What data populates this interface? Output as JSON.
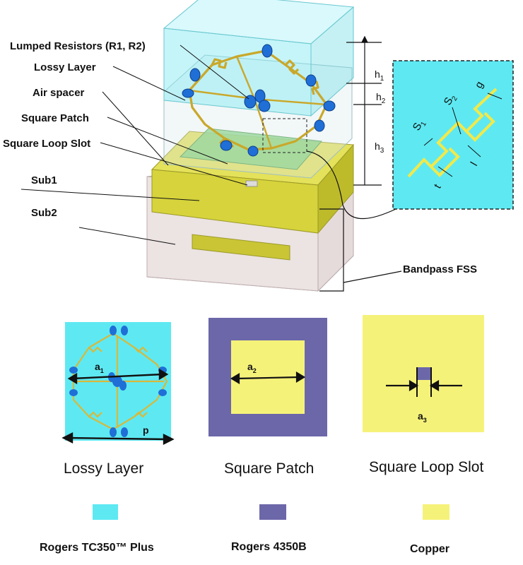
{
  "colors": {
    "lossy_cyan": "#5ee9f2",
    "rogers_purple": "#6c67a9",
    "copper_yellow": "#f5f27a",
    "fss_yellow": "#d6d33c",
    "resistor_blue": "#1f6fd6",
    "green_patch": "#7fd07a"
  },
  "labels": {
    "lumped_resistors": "Lumped Resistors (R1, R2)",
    "lossy_layer": "Lossy  Layer",
    "air_spacer": "Air spacer",
    "square_patch": "Square Patch",
    "square_loop_slot": "Square Loop Slot",
    "sub1": "Sub1",
    "sub2": "Sub2",
    "bandpass_fss": "Bandpass FSS"
  },
  "dimensions": {
    "h1": "h",
    "h1_sub": "1",
    "h2": "h",
    "h2_sub": "2",
    "h3": "h",
    "h3_sub": "3",
    "s1": "S",
    "s1_sub": "1",
    "s2": "S",
    "s2_sub": "2",
    "g": "g",
    "t": "t",
    "l": "l",
    "a1": "a",
    "a1_sub": "1",
    "a2": "a",
    "a2_sub": "2",
    "a3": "a",
    "a3_sub": "3",
    "p": "p"
  },
  "panels": {
    "lossy_layer_title": "Lossy  Layer",
    "square_patch_title": "Square Patch",
    "square_loop_slot_title": "Square Loop Slot"
  },
  "legend": [
    {
      "label": "Rogers TC350™ Plus",
      "color": "#5ee9f2"
    },
    {
      "label": "Rogers 4350B",
      "color": "#6c67a9"
    },
    {
      "label": "Copper",
      "color": "#f5f27a"
    }
  ]
}
